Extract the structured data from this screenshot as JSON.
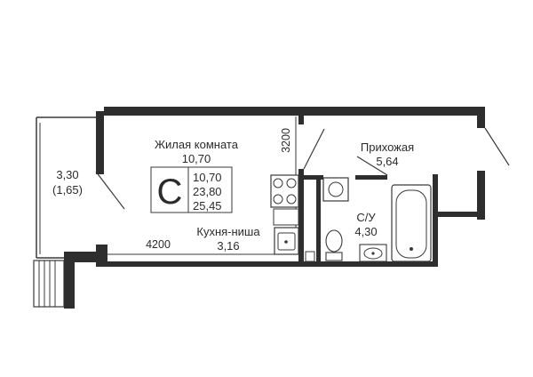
{
  "rooms": {
    "living": {
      "name": "Жилая комната",
      "area": "10,70"
    },
    "hallway": {
      "name": "Прихожая",
      "area": "5,64"
    },
    "kitchen": {
      "name": "Кухня-ниша",
      "area": "3,16"
    },
    "bathroom": {
      "name": "С/У",
      "area": "4,30"
    },
    "balcony": {
      "area": "3,30",
      "area_reduced": "(1,65)"
    }
  },
  "dimensions": {
    "width": "4200",
    "depth": "3200"
  },
  "badge": {
    "letter": "С",
    "living_area": "10,70",
    "total_area": "23,80",
    "total_with_balcony": "25,45"
  },
  "colors": {
    "wall": "#2e2e2e",
    "line": "#3a3a3a",
    "fixture_fill": "#ffffff"
  }
}
